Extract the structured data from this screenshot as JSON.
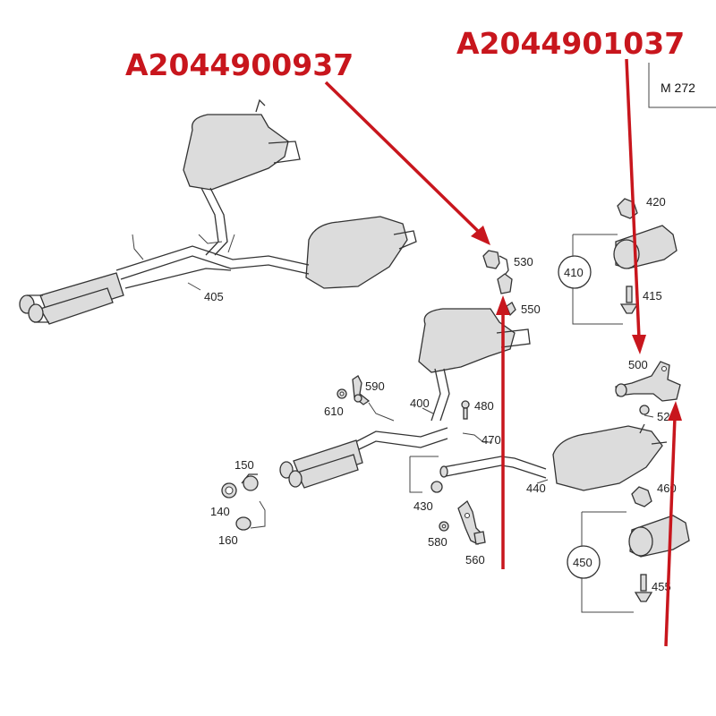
{
  "callouts": {
    "part_number_left": "A2044900937",
    "part_number_right": "A2044901037",
    "accent_color": "#c8161d"
  },
  "model_box": "M 272",
  "labels": {
    "l405": "405",
    "l400": "400",
    "l410": "410",
    "l415": "415",
    "l420": "420",
    "l430": "430",
    "l440": "440",
    "l450": "450",
    "l455": "455",
    "l460": "460",
    "l470": "470",
    "l480": "480",
    "l500": "500",
    "l520": "520",
    "l530": "530",
    "l550": "550",
    "l560": "560",
    "l580": "580",
    "l590": "590",
    "l610": "610",
    "l140": "140",
    "l150": "150",
    "l160": "160"
  }
}
